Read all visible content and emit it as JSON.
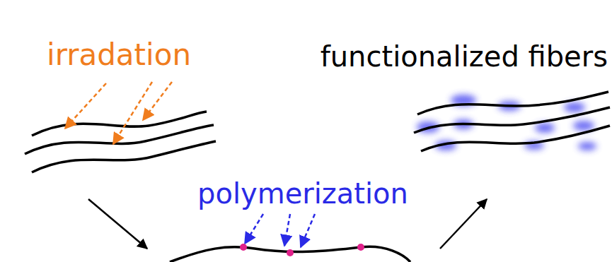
{
  "diagram": {
    "labels": [
      "irradation",
      "functionalized fibers",
      "polymerization"
    ]
  }
}
